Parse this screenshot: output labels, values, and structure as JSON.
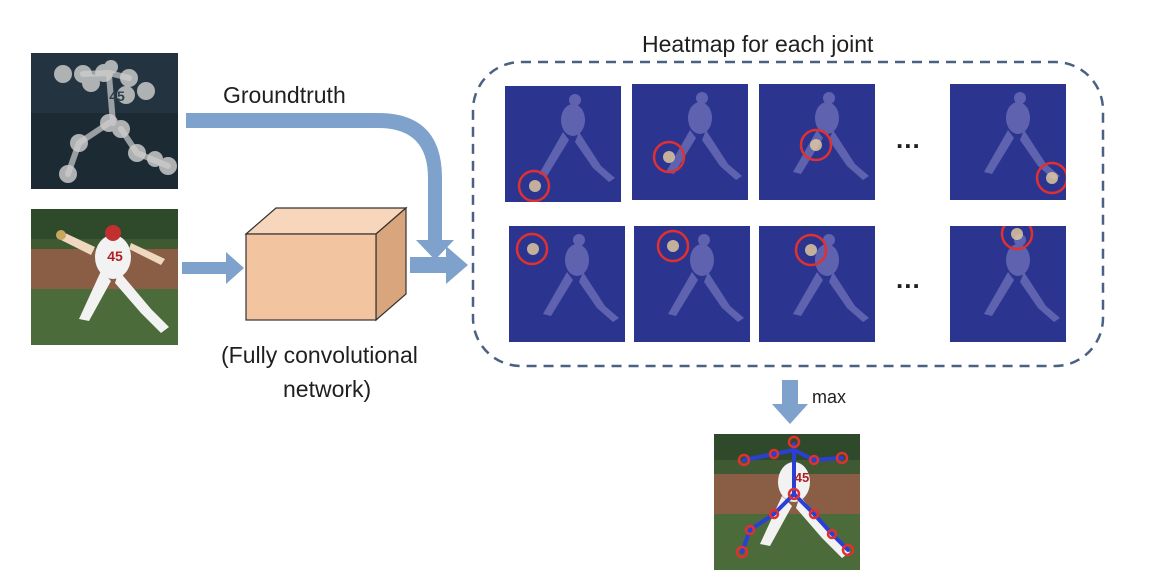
{
  "groundtruth_label": "Groundtruth",
  "fcn_label": "FCN",
  "fcn_caption_line1": "(Fully convolutional",
  "fcn_caption_line2": "network)",
  "heatmap_title": "Heatmap for each joint",
  "ellipsis": "...",
  "max_label": "max",
  "jersey_number": "45",
  "colors": {
    "arrow": "#7ea2cc",
    "fcn_box_front": "#f2c4a0",
    "fcn_box_top": "#f7d6bb",
    "fcn_box_side": "#d9a57d",
    "heatmap_bg": "#2b3590",
    "joint_circle": "#e03030",
    "skeleton": "#2a3fd6",
    "dashed_border": "#4a6184"
  }
}
